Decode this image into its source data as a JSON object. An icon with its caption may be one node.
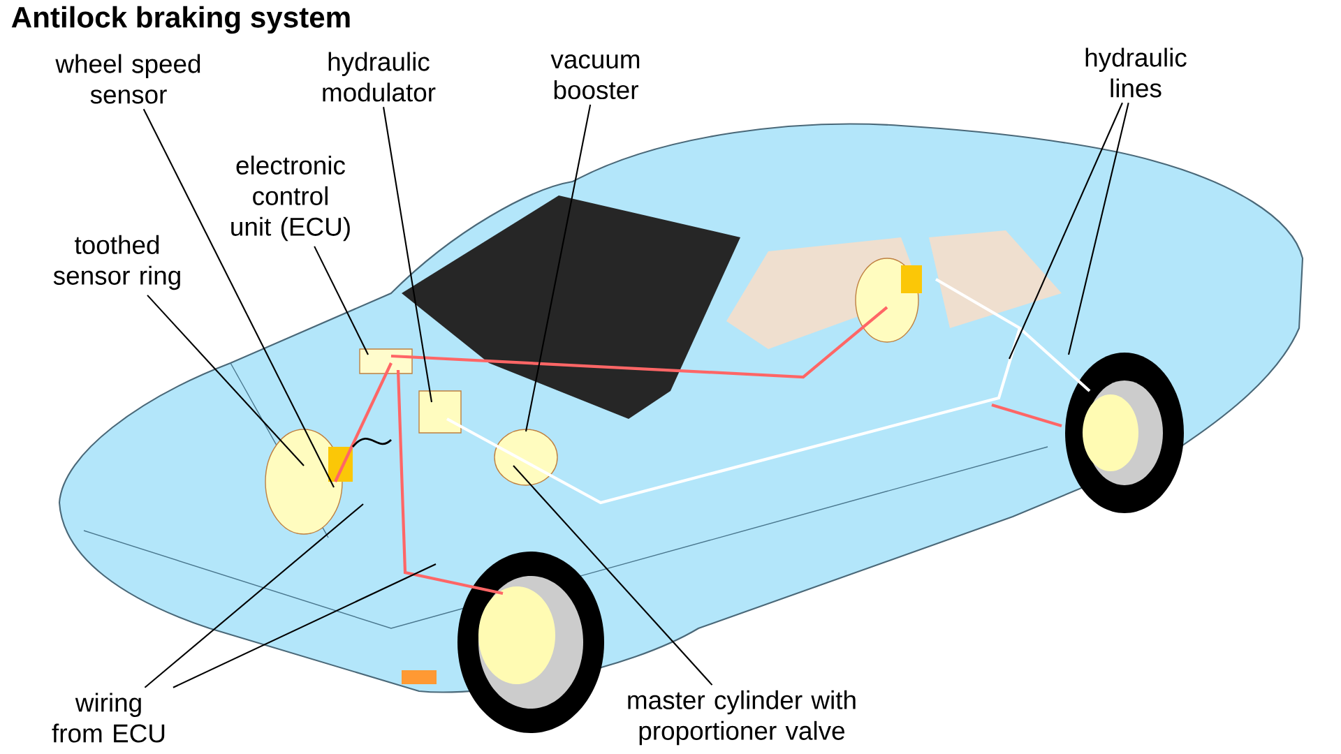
{
  "diagram": {
    "title": "Antilock braking system",
    "nodes": [
      {
        "text": [
          "wheel speed sensor"
        ]
      },
      {
        "text": [
          "hydraulic modulator"
        ]
      },
      {
        "text": [
          "vacuum booster"
        ]
      },
      {
        "text": [
          "electronic control unit (ECU)"
        ]
      },
      {
        "text": [
          "toothed sensor ring"
        ]
      },
      {
        "text": [
          "hydraulic lines"
        ]
      },
      {
        "text": [
          "wiring from ECU"
        ]
      },
      {
        "text": [
          "master cylinder with proportioner valve"
        ]
      }
    ],
    "edges": [
      {
        "from": 0,
        "to": null,
        "arrow": "none"
      },
      {
        "from": 1,
        "to": null,
        "arrow": "none"
      },
      {
        "from": 2,
        "to": null,
        "arrow": "none"
      },
      {
        "from": 3,
        "to": null,
        "arrow": "none"
      },
      {
        "from": 4,
        "to": null,
        "arrow": "none"
      },
      {
        "from": 5,
        "to": null,
        "arrow": "none"
      },
      {
        "from": 5,
        "to": null,
        "arrow": "none"
      },
      {
        "from": 6,
        "to": null,
        "arrow": "none"
      },
      {
        "from": 6,
        "to": null,
        "arrow": "none"
      },
      {
        "from": 7,
        "to": null,
        "arrow": "none"
      }
    ]
  }
}
